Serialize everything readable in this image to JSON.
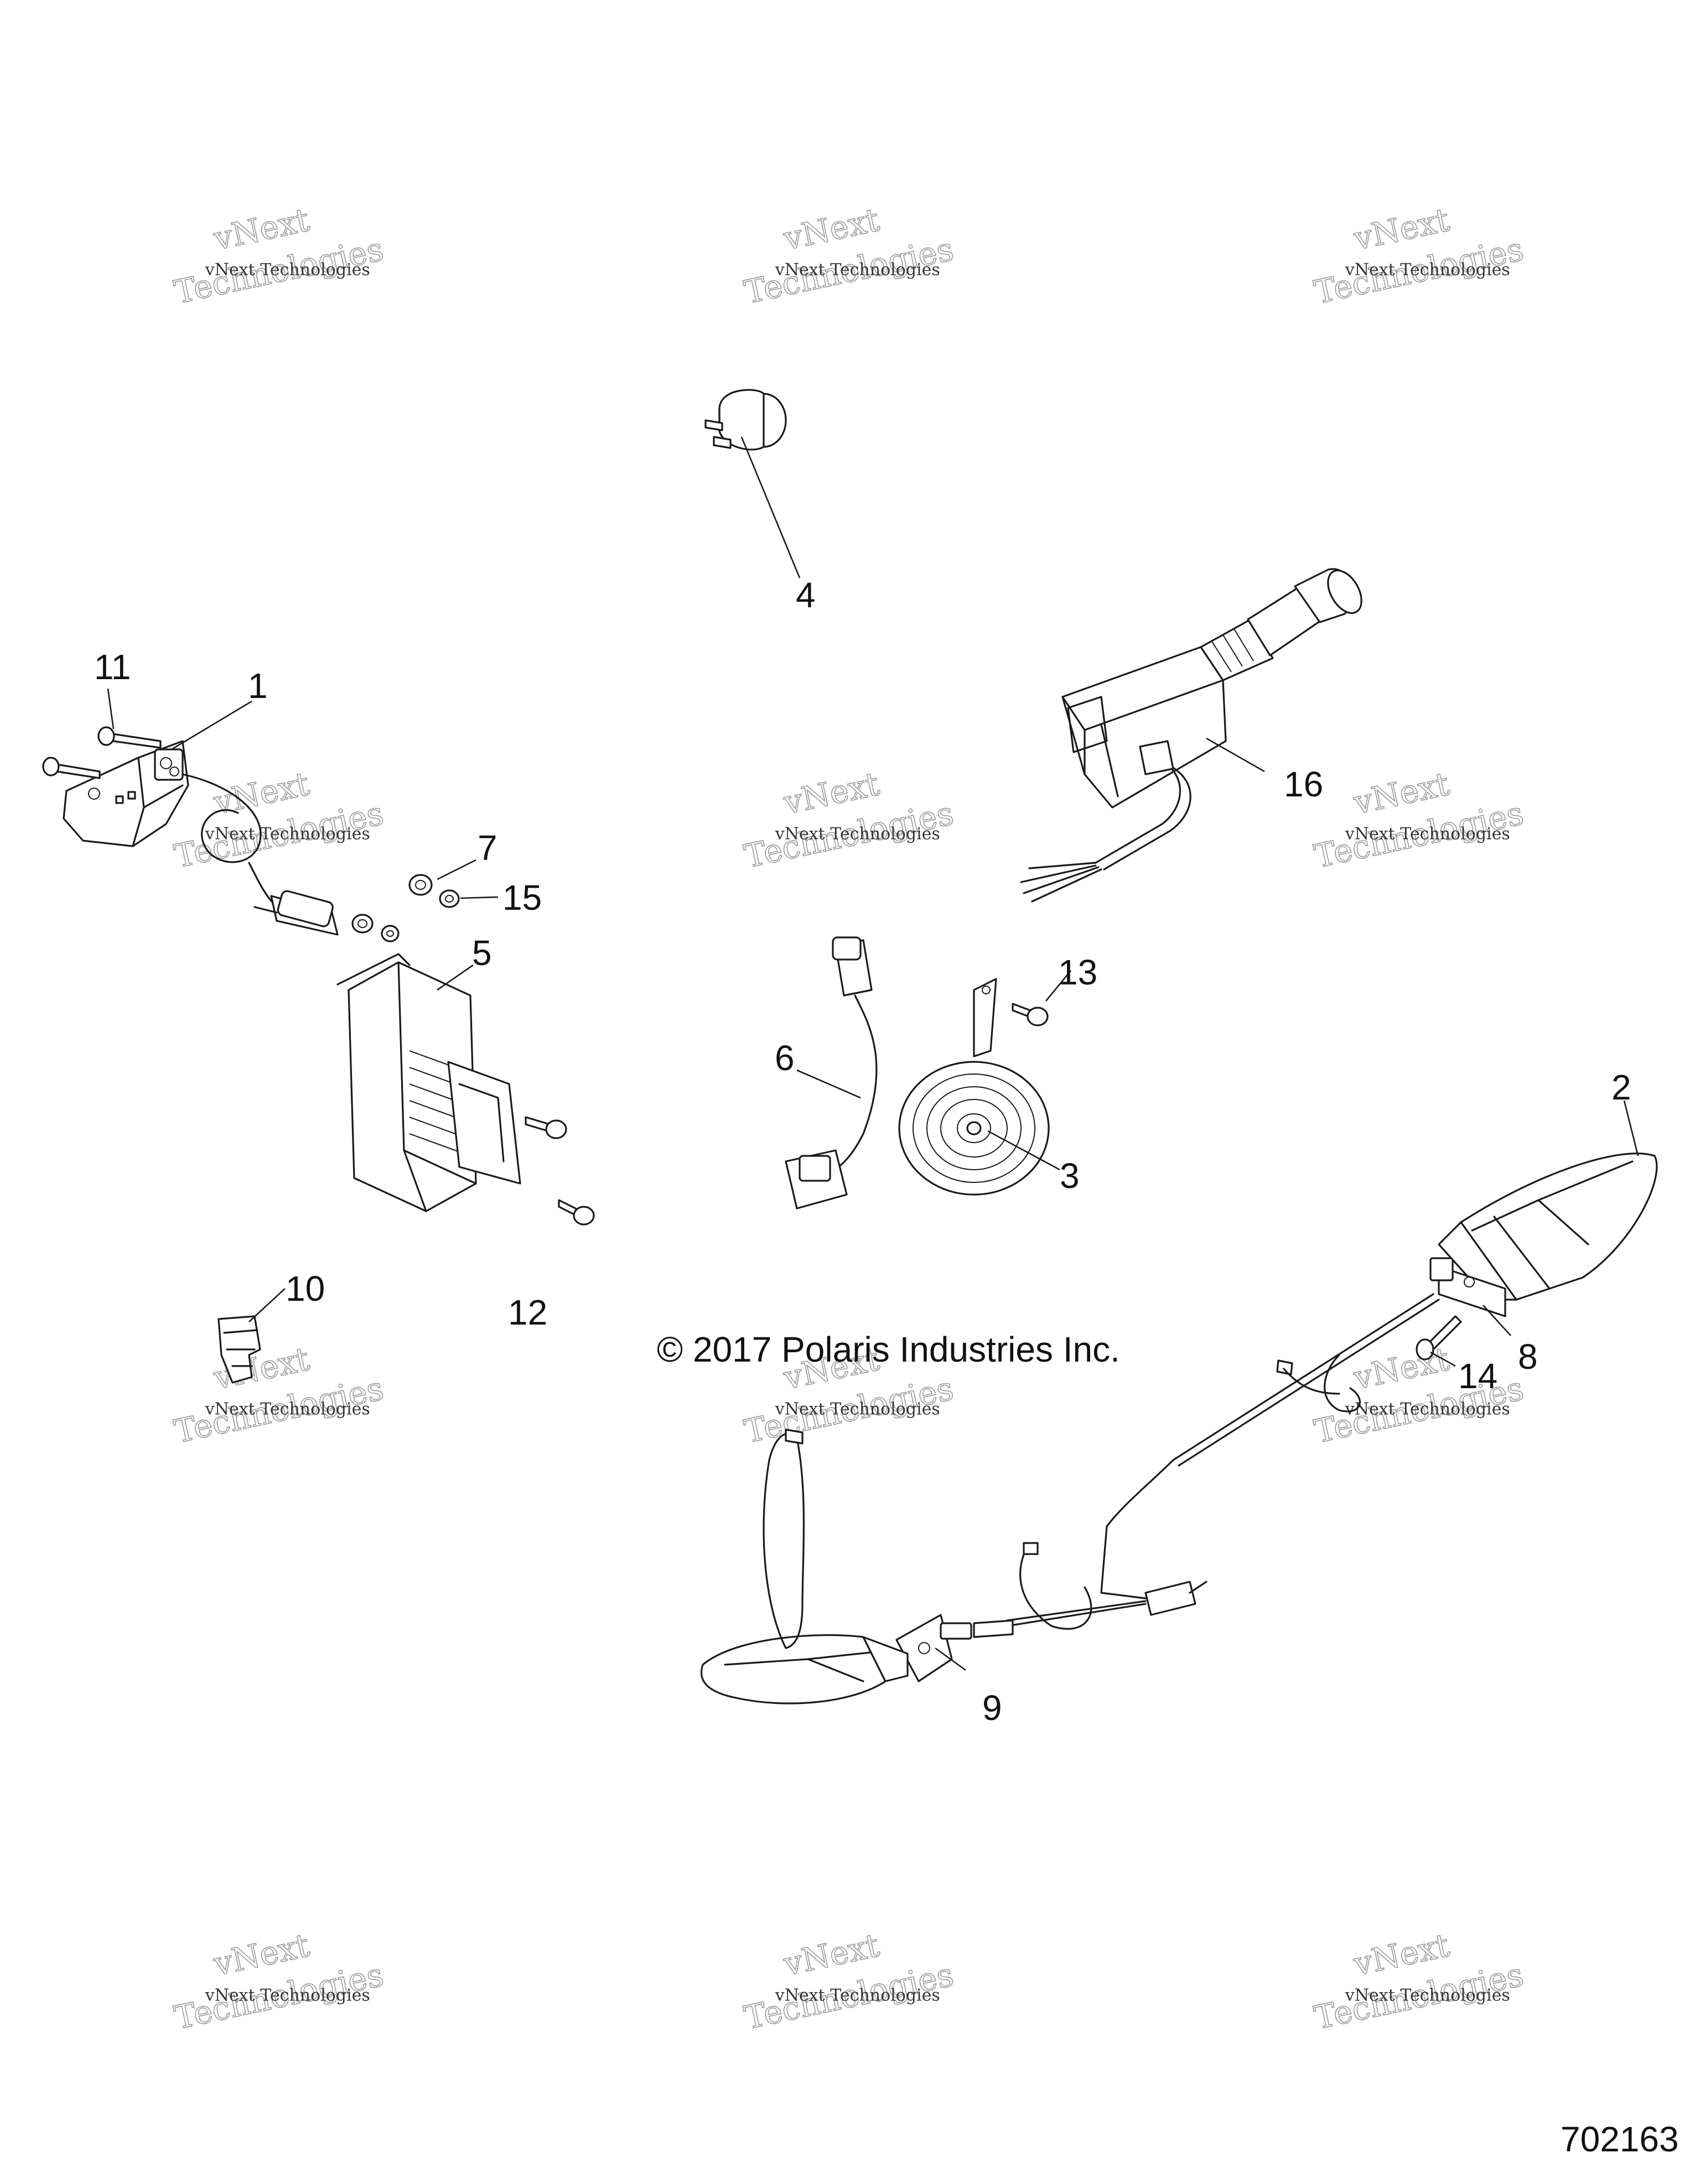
{
  "copyright": "© 2017 Polaris Industries Inc.",
  "figure_number": "702163",
  "watermark": {
    "line1": "vNext Technologies",
    "line2": "vNext",
    "line3": "Technologies"
  },
  "callouts": {
    "c1": "1",
    "c2": "2",
    "c3": "3",
    "c4": "4",
    "c5": "5",
    "c6": "6",
    "c7": "7",
    "c8": "8",
    "c9": "9",
    "c10": "10",
    "c11": "11",
    "c12": "12",
    "c13": "13",
    "c14": "14",
    "c15": "15",
    "c16": "16"
  }
}
